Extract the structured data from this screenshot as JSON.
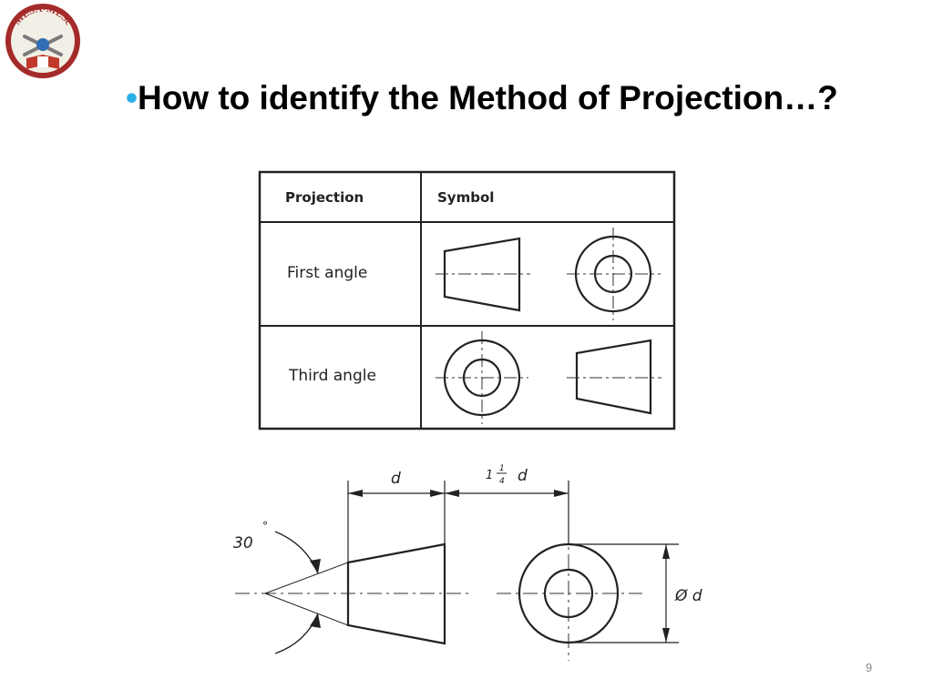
{
  "slide": {
    "title": "How to identify the Method of Projection…?",
    "page_number": "9"
  },
  "logo": {
    "text": "MESA-MESc",
    "icon": "mesa-mesc-logo",
    "colors": {
      "ring": "#a52a2a",
      "inner": "#f2efe6"
    }
  },
  "table": {
    "headers": [
      "Projection",
      "Symbol"
    ],
    "rows": [
      {
        "label": "First angle"
      },
      {
        "label": "Third angle"
      }
    ]
  },
  "dimensions": {
    "angle": "30",
    "degree": "°",
    "width": "d",
    "spacing_whole": "1",
    "spacing_num": "1",
    "spacing_den": "4",
    "spacing_var": "d",
    "diameter": "Ø d"
  },
  "colors": {
    "accent": "#29aee8",
    "text": "#000000",
    "line": "#222222"
  }
}
